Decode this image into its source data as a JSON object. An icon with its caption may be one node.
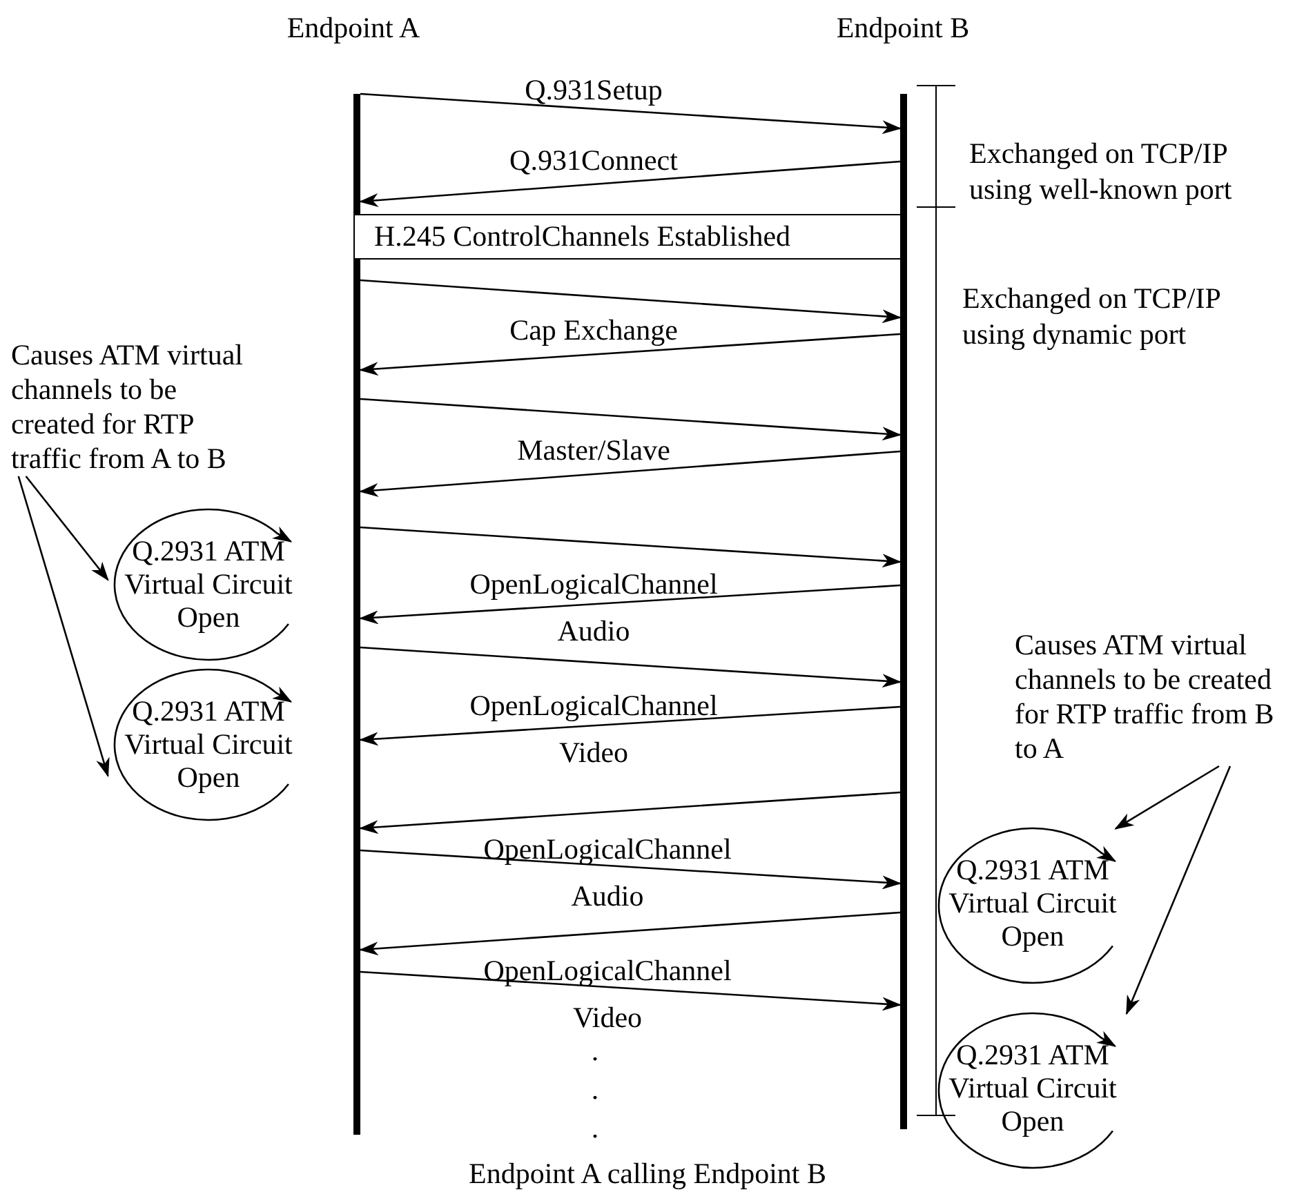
{
  "diagram": {
    "caption": "Endpoint A calling Endpoint B",
    "nodes": [
      {
        "text": [],
        "shape": "bar",
        "beside": [
          "Endpoint A"
        ]
      },
      {
        "text": [],
        "shape": "bar",
        "beside": [
          "Endpoint B"
        ]
      },
      {
        "text": [
          "H.245 ControlChannels Established"
        ]
      },
      {
        "text": [
          "Causes ATM virtual channels to be created for RTP traffic from A to B"
        ]
      },
      {
        "text": [
          "Q.2931 ATM Virtual Circuit Open"
        ]
      },
      {
        "text": [
          "Q.2931 ATM Virtual Circuit Open"
        ]
      },
      {
        "text": [
          "Causes ATM virtual channels to be created for RTP traffic from B to A"
        ]
      },
      {
        "text": [
          "Q.2931 ATM Virtual Circuit Open"
        ]
      },
      {
        "text": [
          "Q.2931 ATM Virtual Circuit Open"
        ]
      }
    ],
    "edges": [
      {
        "from": 0,
        "to": 1,
        "arrow": "to",
        "label": "Q.931Setup"
      },
      {
        "from": 1,
        "to": 0,
        "arrow": "to",
        "label": "Q.931Connect"
      },
      {
        "from": 0,
        "to": 1,
        "arrow": "to"
      },
      {
        "from": 1,
        "to": 0,
        "arrow": "to",
        "label": "Cap Exchange"
      },
      {
        "from": 0,
        "to": 1,
        "arrow": "to"
      },
      {
        "from": 1,
        "to": 0,
        "arrow": "to",
        "label": "Master/Slave"
      },
      {
        "from": 0,
        "to": 1,
        "arrow": "to"
      },
      {
        "from": 1,
        "to": 0,
        "arrow": "to",
        "label": "OpenLogicalChannel Audio"
      },
      {
        "from": 0,
        "to": 1,
        "arrow": "to"
      },
      {
        "from": 1,
        "to": 0,
        "arrow": "to",
        "label": "OpenLogicalChannel Video"
      },
      {
        "from": 1,
        "to": 0,
        "arrow": "to"
      },
      {
        "from": 0,
        "to": 1,
        "arrow": "to",
        "label": "OpenLogicalChannel Audio"
      },
      {
        "from": 1,
        "to": 0,
        "arrow": "to"
      },
      {
        "from": 0,
        "to": 1,
        "arrow": "to",
        "label": "OpenLogicalChannel Video"
      },
      {
        "from": 3,
        "to": 4,
        "arrow": "to"
      },
      {
        "from": 3,
        "to": 5,
        "arrow": "to"
      },
      {
        "from": 6,
        "to": 7,
        "arrow": "to"
      },
      {
        "from": 6,
        "to": 8,
        "arrow": "to"
      }
    ],
    "labels": [
      "Exchanged on TCP/IP using well-known port",
      "Exchanged on TCP/IP using dynamic port",
      ".",
      ".",
      "."
    ]
  }
}
